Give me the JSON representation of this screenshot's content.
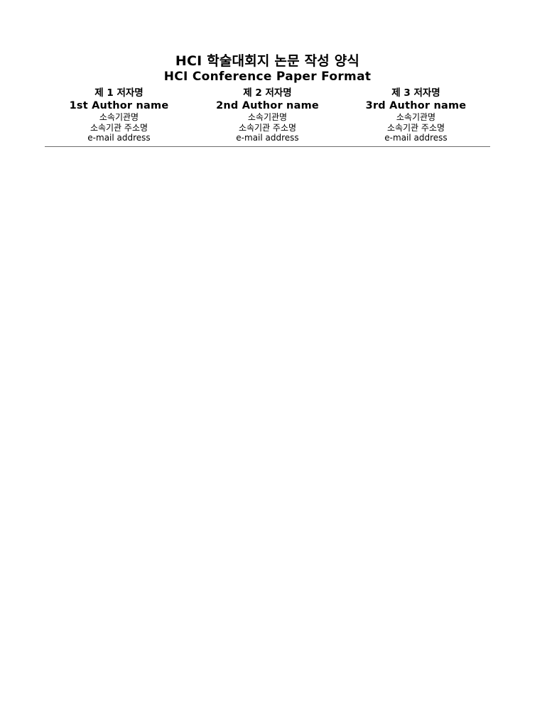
{
  "paper": {
    "title_ko": "HCI 학술대회지 논문 작성 양식",
    "title_en": "HCI Conference Paper Format",
    "authors": [
      {
        "ordinal_ko": "제 1 저자명",
        "name": "1st Author name",
        "affiliation_ko": "소속기관명",
        "address_ko": "소속기관 주소명",
        "email": "e-mail address"
      },
      {
        "ordinal_ko": "제 2 저자명",
        "name": "2nd Author name",
        "affiliation_ko": "소속기관명",
        "address_ko": "소속기관 주소명",
        "email": "e-mail address"
      },
      {
        "ordinal_ko": "제 3 저자명",
        "name": "3rd Author name",
        "affiliation_ko": "소속기관명",
        "address_ko": "소속기관 주소명",
        "email": "e-mail address"
      }
    ]
  },
  "colors": {
    "text": "#000000",
    "background": "#ffffff",
    "divider": "#6e6e6e"
  }
}
